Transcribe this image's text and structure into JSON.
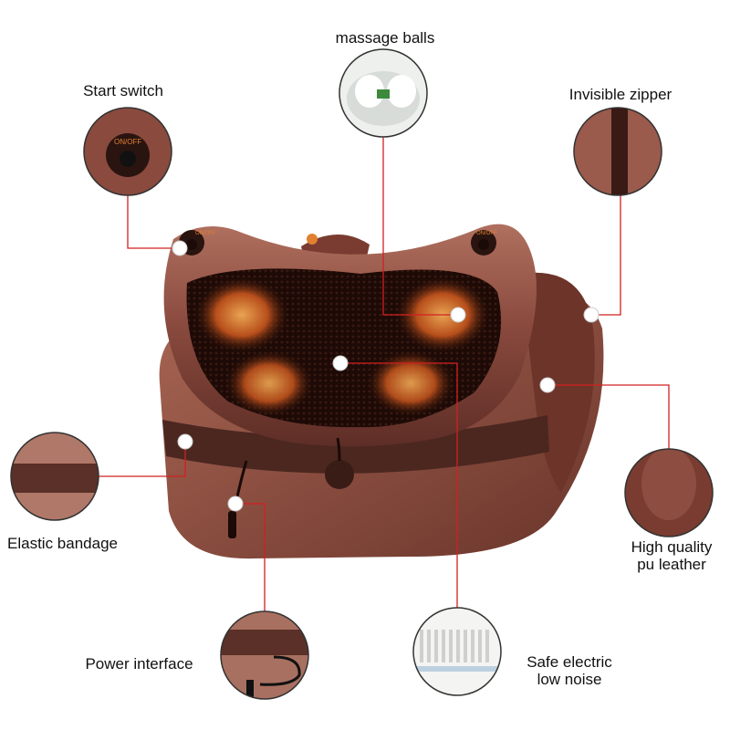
{
  "callouts": {
    "massage_balls": "massage balls",
    "start_switch": "Start switch",
    "invisible_zipper": "Invisible zipper",
    "elastic_bandage": "Elastic bandage",
    "high_quality_line1": "High quality",
    "high_quality_line2": "pu leather",
    "power_interface": "Power interface",
    "safe_electric_line1": "Safe electric",
    "safe_electric_line2": "low noise"
  },
  "device": {
    "switch_label": "ON/OFF",
    "switch_label_right": "ON/OFF"
  },
  "colors": {
    "leather": "#8a4a3e",
    "leather_dark": "#5a2a22",
    "glow": "#f08a3a",
    "callout_line": "#d22020",
    "circle_border": "#333333"
  }
}
